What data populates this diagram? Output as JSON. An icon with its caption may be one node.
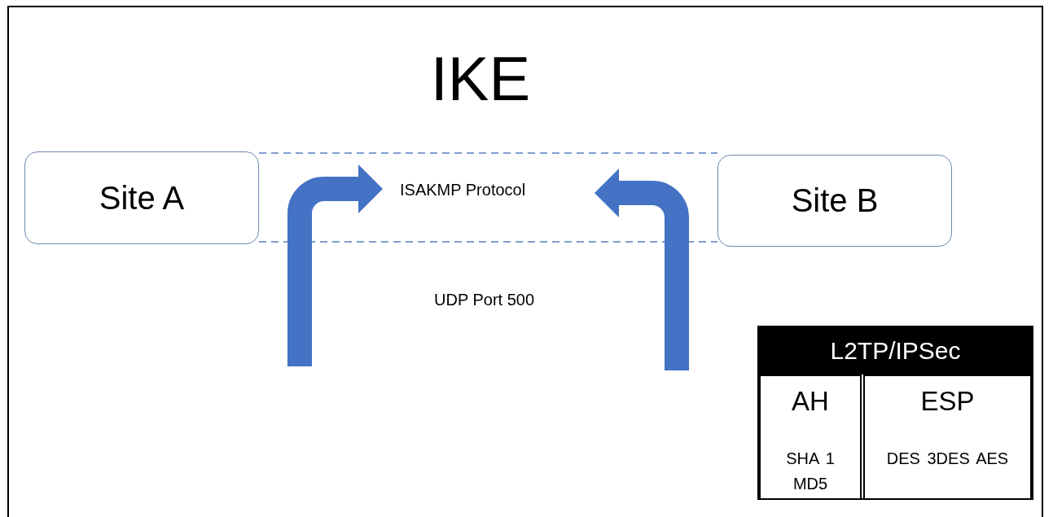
{
  "diagram": {
    "title": "IKE",
    "nodes": [
      {
        "text": [
          "Site A"
        ]
      },
      {
        "text": [
          "Site B"
        ]
      },
      {
        "text": [
          "ISAKMP Protocol"
        ]
      },
      {
        "text": [
          "L2TP/IPSec"
        ]
      },
      {
        "text": [
          "AH",
          "SHA 1 MD5"
        ],
        "in": 3
      },
      {
        "text": [
          "ESP",
          "DES 3DES AES"
        ],
        "in": 3
      }
    ],
    "edges": [
      {
        "from": 0,
        "to": 1,
        "arrow": "none",
        "style": "dashed"
      },
      {
        "from": 0,
        "to": 1,
        "arrow": "none",
        "style": "dashed"
      },
      {
        "from": null,
        "to": 2,
        "arrow": "to",
        "style": "thick",
        "color": "#4472c4"
      },
      {
        "from": null,
        "to": 2,
        "arrow": "to",
        "style": "thick",
        "color": "#4472c4"
      }
    ],
    "labels": [
      "UDP Port 500"
    ]
  }
}
